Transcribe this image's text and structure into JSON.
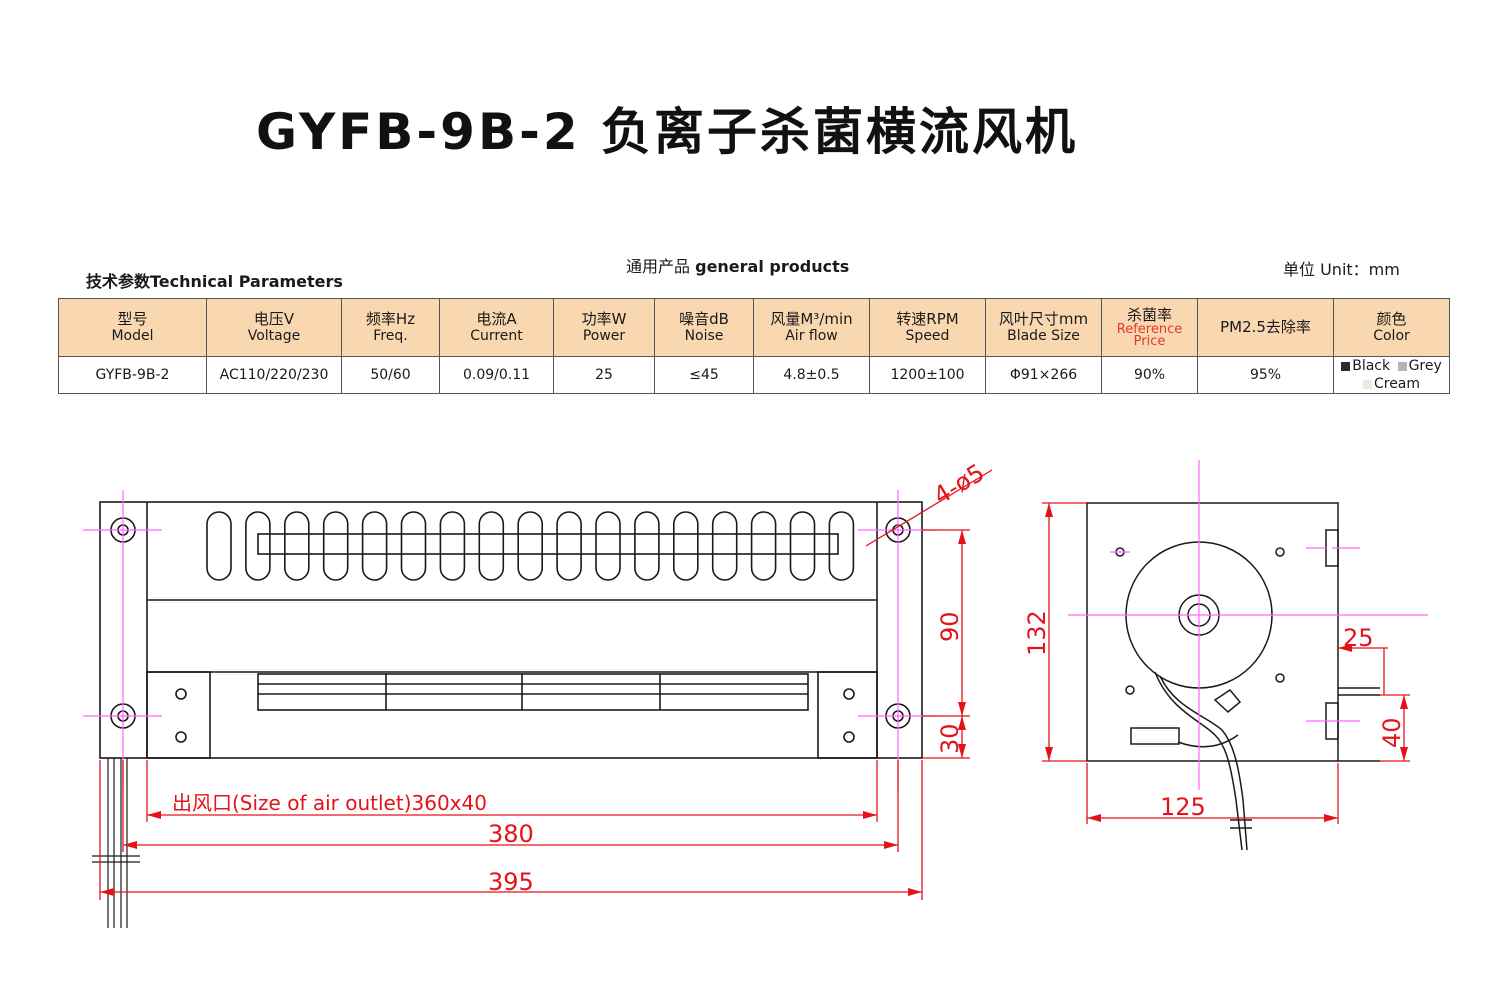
{
  "title": "GYFB-9B-2 负离子杀菌横流风机",
  "tech_params_label": "技术参数Technical Parameters",
  "general_products": {
    "cn": "通用产品",
    "en": "general products"
  },
  "unit_label": "单位 Unit：mm",
  "table": {
    "headers": [
      {
        "cn": "型号",
        "en": "Model"
      },
      {
        "cn": "电压V",
        "en": "Voltage"
      },
      {
        "cn": "频率Hz",
        "en": "Freq."
      },
      {
        "cn": "电流A",
        "en": "Current"
      },
      {
        "cn": "功率W",
        "en": "Power"
      },
      {
        "cn": "噪音dB",
        "en": "Noise"
      },
      {
        "cn": "风量M³/min",
        "en": "Air flow"
      },
      {
        "cn": "转速RPM",
        "en": "Speed"
      },
      {
        "cn": "风叶尺寸mm",
        "en": "Blade Size"
      },
      {
        "cn": "杀菌率",
        "en": "Reference Price"
      },
      {
        "cn": "PM2.5去除率",
        "en": ""
      },
      {
        "cn": "颜色",
        "en": "Color"
      }
    ],
    "row": [
      "GYFB-9B-2",
      "AC110/220/230",
      "50/60",
      "0.09/0.11",
      "25",
      "≤45",
      "4.8±0.5",
      "1200±100",
      "Φ91×266",
      "90%",
      "95%"
    ],
    "colors": [
      {
        "name": "Black",
        "swatch": "#2a2a2a"
      },
      {
        "name": "Grey",
        "swatch": "#b5b5b5"
      },
      {
        "name": "Cream",
        "swatch": "#ece8dc"
      }
    ]
  },
  "drawing": {
    "front_labels": {
      "holes": "4-ø5",
      "outlet": "出风口(Size of  air outlet)360x40",
      "width_380": "380",
      "width_395": "395",
      "height_90": "90",
      "height_30": "30"
    },
    "side_labels": {
      "height_132": "132",
      "width_125": "125",
      "dim_25": "25",
      "dim_40": "40"
    }
  },
  "colors": {
    "dimension": "#e3131b",
    "centerline": "#ff66ff",
    "header_bg": "#f9d7b0"
  }
}
